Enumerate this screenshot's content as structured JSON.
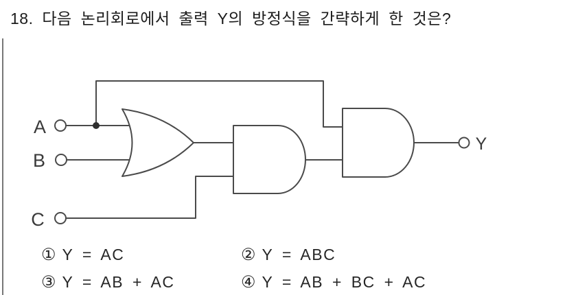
{
  "question": {
    "number": "18.",
    "text": "다음 논리회로에서 출력 Y의 방정식을 간략하게 한 것은?"
  },
  "circuit": {
    "line_color": "#4a4a4a",
    "label_color": "#3a3a3a",
    "inputs": [
      {
        "label": "A"
      },
      {
        "label": "B"
      },
      {
        "label": "C"
      }
    ],
    "output": {
      "label": "Y"
    },
    "gates": [
      {
        "type": "OR",
        "inputs": [
          "A",
          "B"
        ]
      },
      {
        "type": "AND",
        "inputs": [
          "OR output",
          "C"
        ]
      },
      {
        "type": "AND",
        "inputs": [
          "A",
          "AND1 output"
        ]
      }
    ]
  },
  "options": [
    {
      "num": "①",
      "formula": "Y = AC"
    },
    {
      "num": "②",
      "formula": "Y = ABC"
    },
    {
      "num": "③",
      "formula": "Y = AB + AC"
    },
    {
      "num": "④",
      "formula": "Y = AB + BC + AC"
    }
  ]
}
